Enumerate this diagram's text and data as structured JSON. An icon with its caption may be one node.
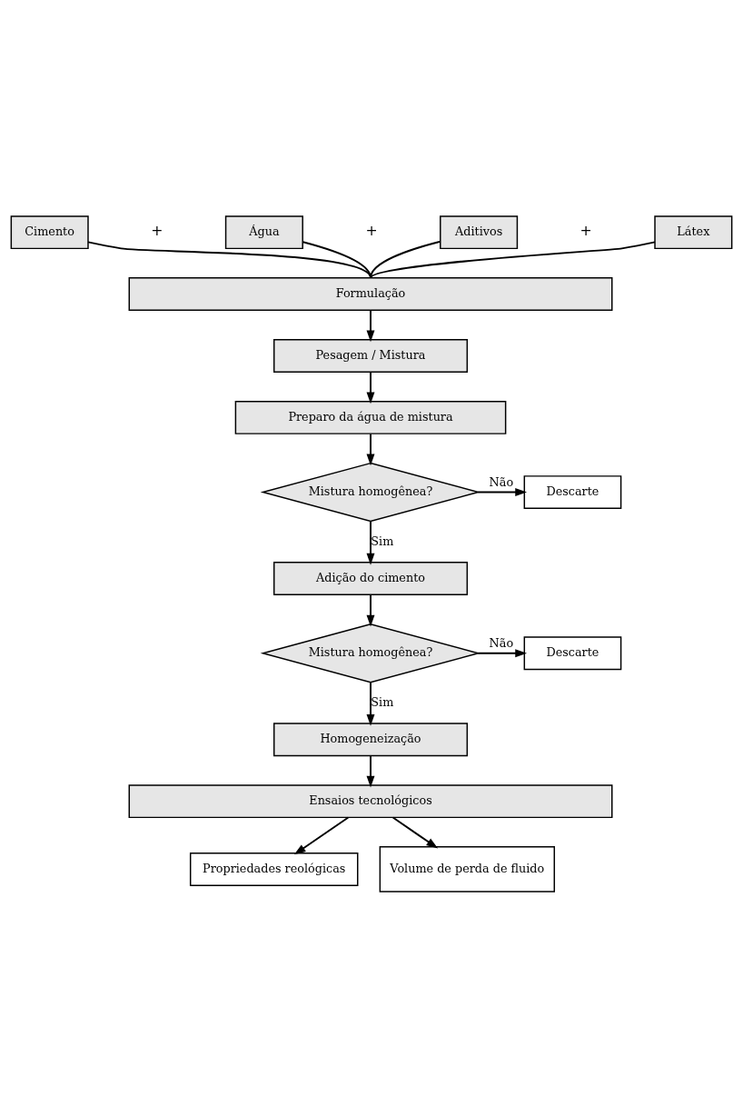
{
  "diagram": {
    "nodes": [
      {
        "text": [
          "Cimento"
        ]
      },
      {
        "text": [
          "Água"
        ]
      },
      {
        "text": [
          "Aditivos"
        ]
      },
      {
        "text": [
          "Látex"
        ]
      },
      {
        "text": [
          "Formulação"
        ]
      },
      {
        "text": [
          "Pesagem / Mistura"
        ]
      },
      {
        "text": [
          "Preparo da água de mistura"
        ]
      },
      {
        "text": [
          "Mistura homogênea?"
        ]
      },
      {
        "text": [
          "Descarte"
        ]
      },
      {
        "text": [
          "Adição do cimento"
        ]
      },
      {
        "text": [
          "Mistura homogênea?"
        ]
      },
      {
        "text": [
          "Descarte"
        ]
      },
      {
        "text": [
          "Homogeneização"
        ]
      },
      {
        "text": [
          "Ensaios tecnológicos"
        ]
      },
      {
        "text": [
          "Propriedades reológicas"
        ]
      },
      {
        "text": [
          "Volume de perda de fluido"
        ]
      }
    ],
    "edges": [
      {
        "from": 0,
        "to": 4,
        "arrow": "none"
      },
      {
        "from": 1,
        "to": 4,
        "arrow": "none"
      },
      {
        "from": 2,
        "to": 4,
        "arrow": "none"
      },
      {
        "from": 3,
        "to": 4,
        "arrow": "none"
      },
      {
        "from": 4,
        "to": 5,
        "arrow": "to"
      },
      {
        "from": 5,
        "to": 6,
        "arrow": "to"
      },
      {
        "from": 6,
        "to": 7,
        "arrow": "to"
      },
      {
        "from": 7,
        "to": 8,
        "arrow": "to",
        "label": "Não"
      },
      {
        "from": 7,
        "to": 9,
        "arrow": "to",
        "label": "Sim"
      },
      {
        "from": 9,
        "to": 10,
        "arrow": "to"
      },
      {
        "from": 10,
        "to": 11,
        "arrow": "to",
        "label": "Não"
      },
      {
        "from": 10,
        "to": 12,
        "arrow": "to",
        "label": "Sim"
      },
      {
        "from": 12,
        "to": 13,
        "arrow": "to"
      },
      {
        "from": 13,
        "to": 14,
        "arrow": "to"
      },
      {
        "from": 13,
        "to": 15,
        "arrow": "to"
      }
    ],
    "labels": [
      "+",
      "+",
      "+"
    ]
  }
}
